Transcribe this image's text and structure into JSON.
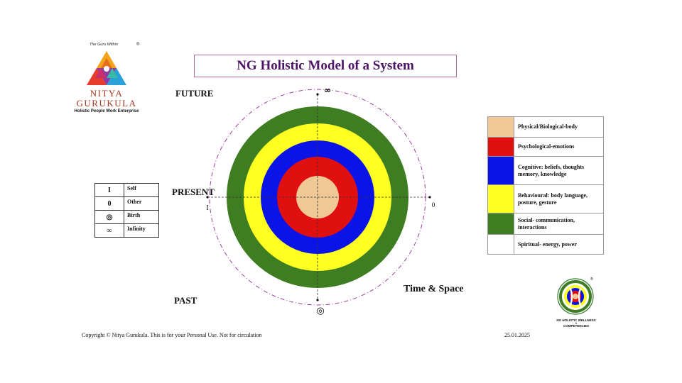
{
  "title": "NG Holistic Model of a System",
  "logo": {
    "tagline": "The Guru Within",
    "registered": "®",
    "brand_line1": "NITYA",
    "brand_line2": "GURUKULA",
    "subtitle": "Holistic People Work Enterprise"
  },
  "time_labels": {
    "future": "FUTURE",
    "present": "PRESENT",
    "past": "PAST",
    "time_space": "Time & Space"
  },
  "axis_symbols": {
    "top": "∞",
    "bottom": "◎",
    "left": "I",
    "right": "0"
  },
  "symbol_key": [
    {
      "symbol": "I",
      "meaning": "Self"
    },
    {
      "symbol": "0",
      "meaning": "Other"
    },
    {
      "symbol": "◎",
      "meaning": "Birth"
    },
    {
      "symbol": "∞",
      "meaning": "Infinity"
    }
  ],
  "legend": [
    {
      "color": "#f0c896",
      "label": "Physical/Biological-body"
    },
    {
      "color": "#e01010",
      "label": "Psychological-emotions"
    },
    {
      "color": "#0a14e6",
      "label": "Cognitive: beliefs, thoughts memory, knowledge"
    },
    {
      "color": "#ffff22",
      "label": "Behavioural: body language, posture, gesture"
    },
    {
      "color": "#3f7d22",
      "label": "Social- communication, interactions"
    },
    {
      "color": "#ffffff",
      "label": "Spiritual- energy, power"
    }
  ],
  "footer": {
    "copyright": "Copyright © Nitya Gurukula. This is for your Personal Use. Not for circulation",
    "date": "25.01.2025"
  },
  "wellness_logo": {
    "registered": "®",
    "caption_line1": "NG HOLISTIC WELLNESS",
    "ampersand": "&",
    "caption_line2": "COMPETENCIES"
  },
  "colors": {
    "title_text": "#4e1467",
    "title_border": "#b16c98",
    "spirit_ring": "#9b3fa0",
    "brand": "#a33a1f"
  }
}
